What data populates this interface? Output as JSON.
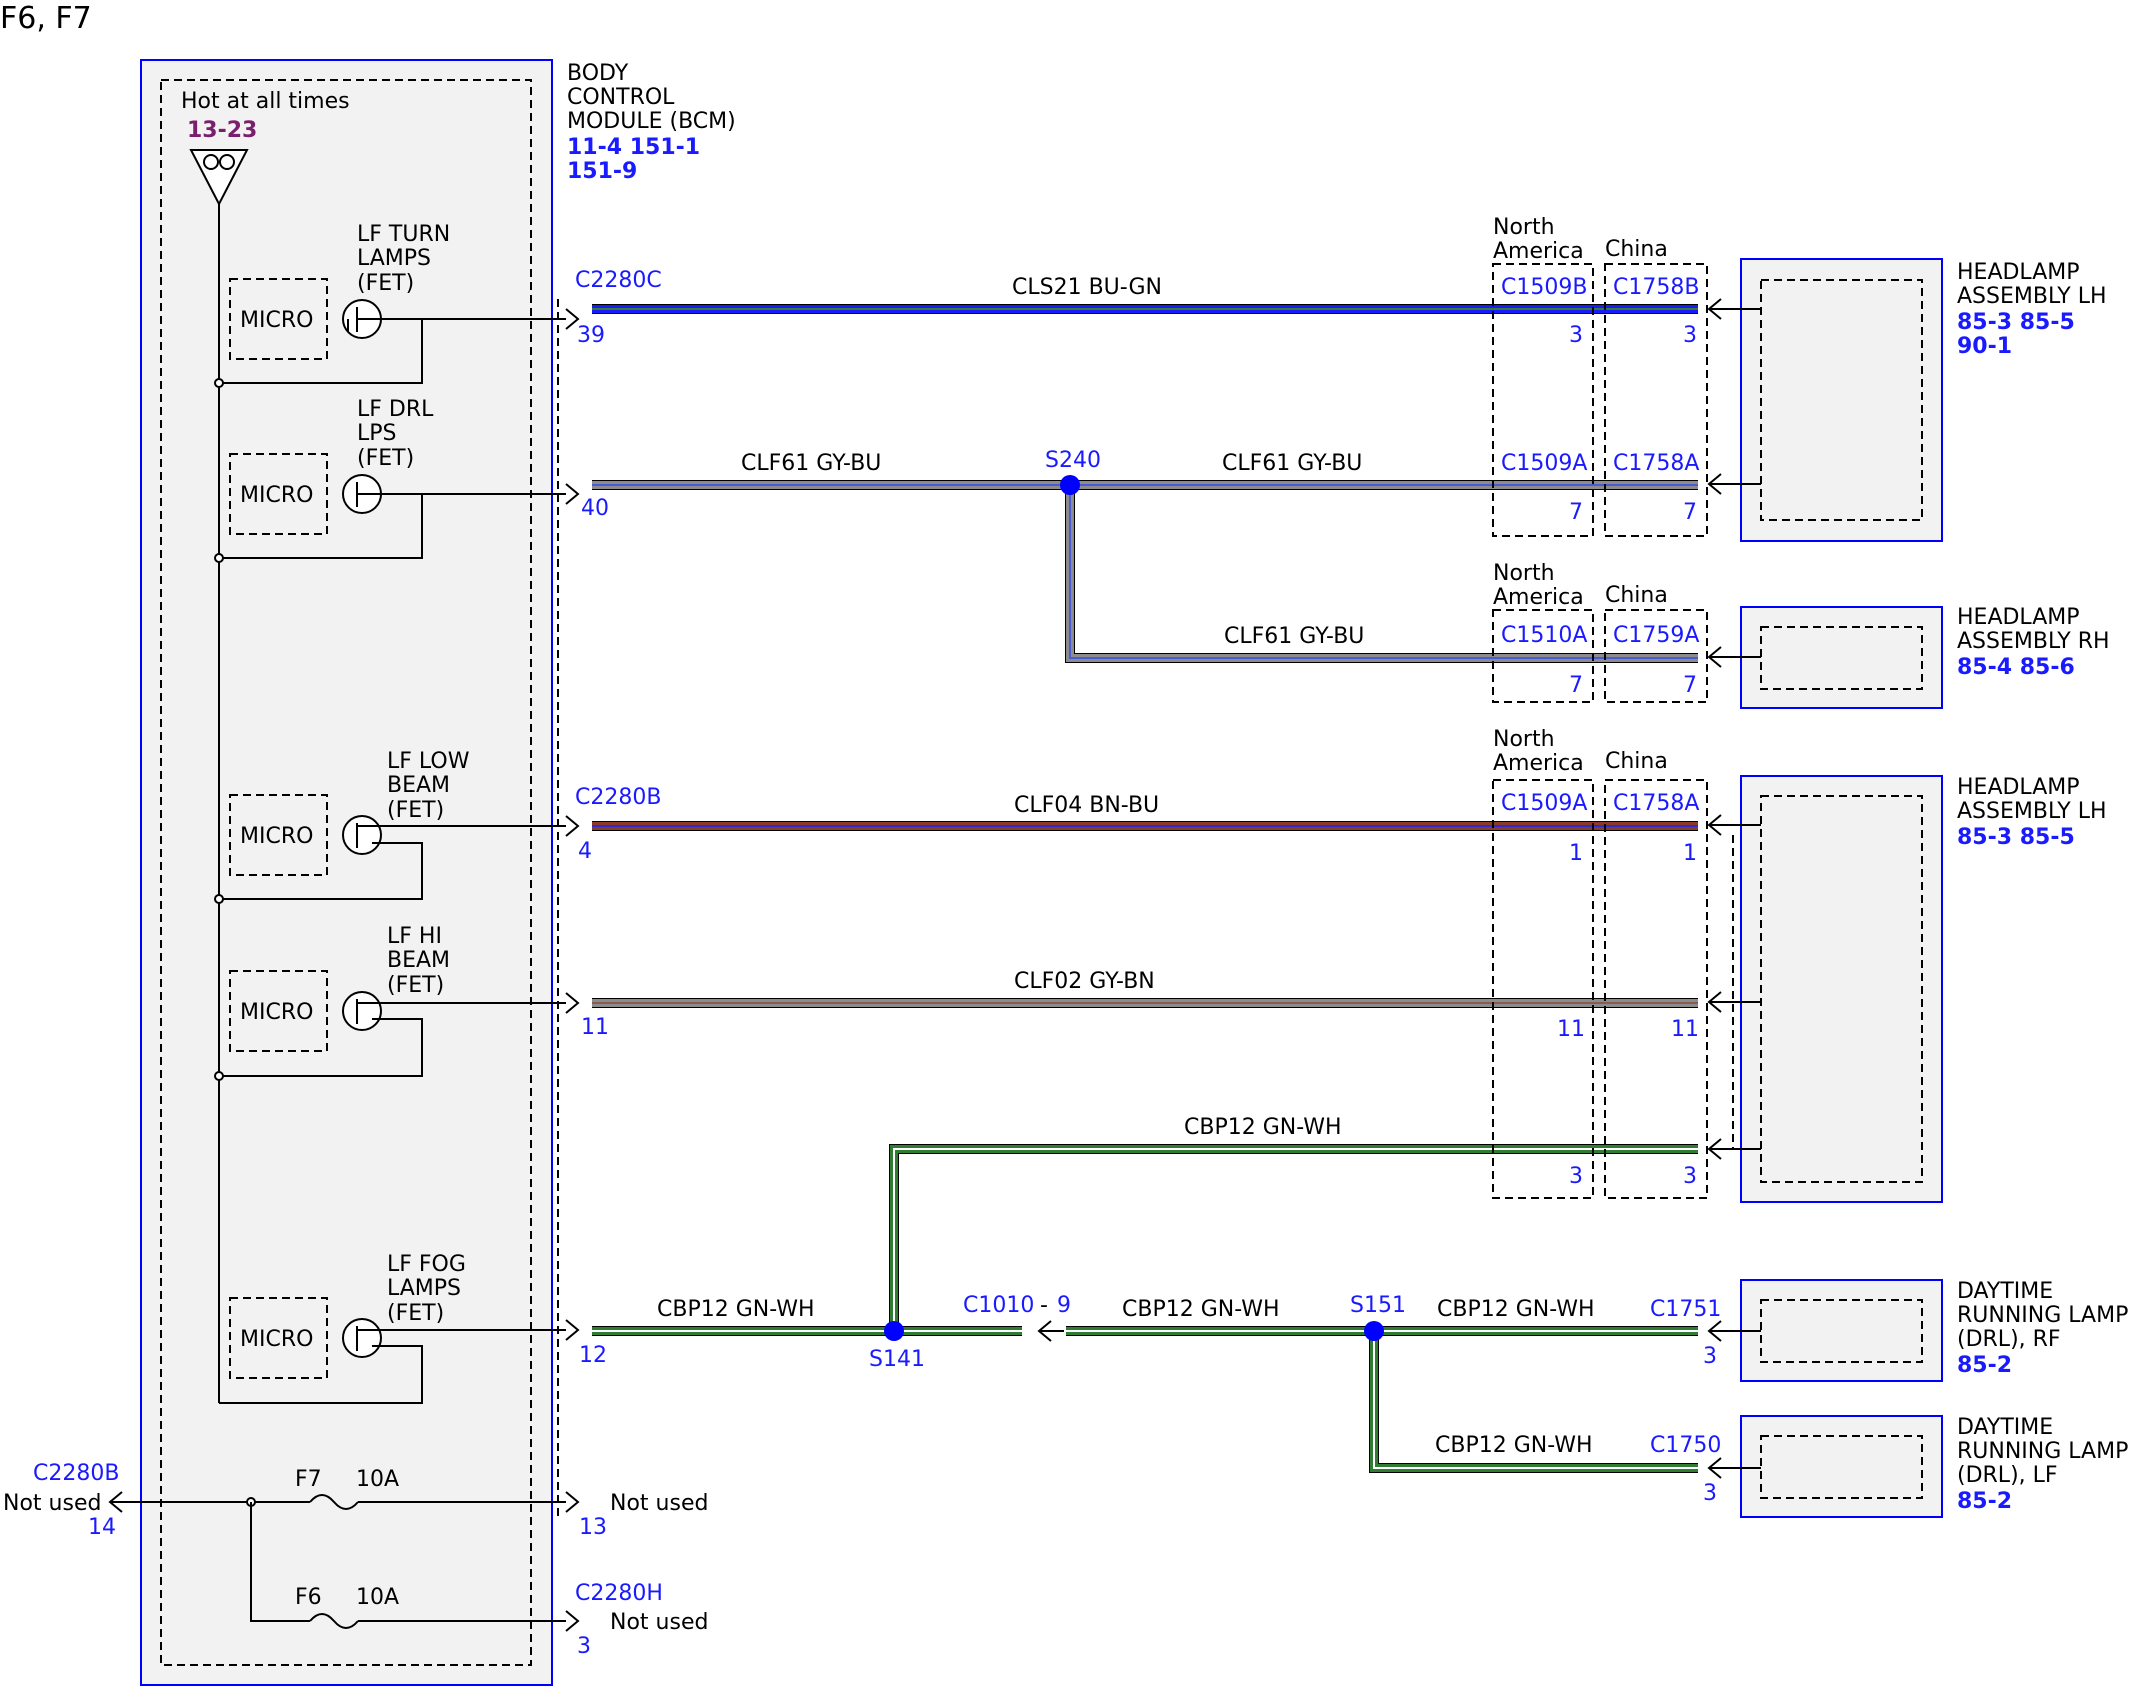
{
  "title": "F6, F7",
  "bcm": {
    "name_lines": [
      "BODY",
      "CONTROL",
      "MODULE (BCM)"
    ],
    "refs_line1": "11-4  151-1",
    "refs_line2": "151-9",
    "hot_label": "Hot at all times",
    "hot_ref": "13-23",
    "micro": "MICRO",
    "outputs": [
      {
        "lines": [
          "LF TURN",
          "LAMPS",
          "(FET)"
        ]
      },
      {
        "lines": [
          "LF DRL",
          "LPS",
          "(FET)"
        ]
      },
      {
        "lines": [
          "LF LOW",
          "BEAM",
          "(FET)"
        ]
      },
      {
        "lines": [
          "LF HI",
          "BEAM",
          "(FET)"
        ]
      },
      {
        "lines": [
          "LF FOG",
          "LAMPS",
          "(FET)"
        ]
      }
    ],
    "fuses": [
      {
        "name": "F7",
        "rating": "10A"
      },
      {
        "name": "F6",
        "rating": "10A"
      }
    ]
  },
  "connectors": {
    "c2280c": "C2280C",
    "c2280b": "C2280B",
    "c2280b_left": "C2280B",
    "c2280h": "C2280H",
    "pins": {
      "p39": "39",
      "p40": "40",
      "p4": "4",
      "p11": "11",
      "p12": "12",
      "p13": "13",
      "p3": "3",
      "p14": "14"
    },
    "not_used": "Not used",
    "c1010": "C1010",
    "c1010_pin": "9",
    "c1751": "C1751",
    "c1750": "C1750"
  },
  "regions": {
    "north_america": [
      "North",
      "America"
    ],
    "china": "China"
  },
  "inline": {
    "c1509b": "C1509B",
    "c1758b": "C1758B",
    "c1509a": "C1509A",
    "c1758a": "C1758A",
    "c1510a": "C1510A",
    "c1759a": "C1759A",
    "pin3": "3",
    "pin7": "7",
    "pin1": "1",
    "pin11": "11"
  },
  "splices": {
    "s240": "S240",
    "s141": "S141",
    "s151": "S151"
  },
  "wires": {
    "cls21": "CLS21   BU-GN",
    "clf61": "CLF61   GY-BU",
    "clf04": "CLF04   BN-BU",
    "clf02": "CLF02   GY-BN",
    "cbp12": "CBP12   GN-WH"
  },
  "components": {
    "headlamp_lh": {
      "lines": [
        "HEADLAMP",
        "ASSEMBLY LH"
      ],
      "refs1": "85-3   85-5",
      "refs2": "90-1"
    },
    "headlamp_rh": {
      "lines": [
        "HEADLAMP",
        "ASSEMBLY RH"
      ],
      "refs1": "85-4   85-6"
    },
    "headlamp_lh2": {
      "lines": [
        "HEADLAMP",
        "ASSEMBLY LH"
      ],
      "refs1": "85-3   85-5"
    },
    "drl_rf": {
      "lines": [
        "DAYTIME",
        "RUNNING LAMP",
        "(DRL), RF"
      ],
      "refs1": "85-2"
    },
    "drl_lf": {
      "lines": [
        "DAYTIME",
        "RUNNING LAMP",
        "(DRL), LF"
      ],
      "refs1": "85-2"
    }
  },
  "colors": {
    "blue_wire": "#1a1aff",
    "blue_stripe": "#2e7d32",
    "gray": "#8c8c8c",
    "gray_blue_stripe": "#4a5bd6",
    "brown": "#8b3a2a",
    "brown_blue_stripe": "#2b2bd8",
    "gray_brown_stripe": "#8b5a4a",
    "green": "#2e7d32",
    "white": "#ffffff",
    "splice": "#0000ff",
    "ref_blue": "#1a1aff",
    "ref_purple": "#7a1f6e"
  }
}
